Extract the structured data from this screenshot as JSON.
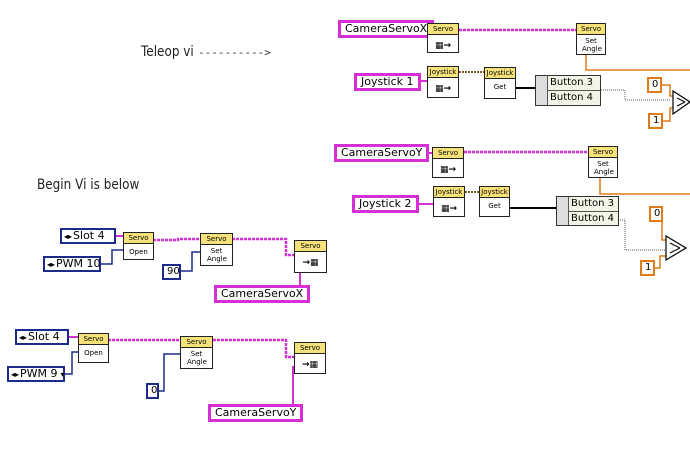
{
  "annotations": {
    "teleop": "Teleop vi",
    "teleop_arrow": "---------->",
    "begin": "Begin Vi is below"
  },
  "vi_labels": {
    "servo": "Servo",
    "joystick": "Joystick",
    "open": "Open",
    "set_angle": "Set Angle",
    "get": "Get"
  },
  "begin_block_x": {
    "slot": "Slot 4",
    "pwm": "PWM 10",
    "angle": "90",
    "refnum": "CameraServoX"
  },
  "begin_block_y": {
    "slot": "Slot 4",
    "pwm": "PWM 9",
    "angle": "0",
    "refnum": "CameraServoY"
  },
  "teleop_x": {
    "refnum": "CameraServoX",
    "joystick": "Joystick 1",
    "buttons": [
      "Button 3",
      "Button 4"
    ],
    "const_a": "0",
    "const_b": "1"
  },
  "teleop_y": {
    "refnum": "CameraServoY",
    "joystick": "Joystick 2",
    "buttons": [
      "Button 3",
      "Button 4"
    ],
    "const_a": "0",
    "const_b": "1"
  },
  "colors": {
    "pink_wire": "#d62fd6",
    "blue_control": "#1c2a8c",
    "orange_wire": "#e07b1a",
    "vi_header": "#f6e27a",
    "brown_wire": "#8a5a2b"
  }
}
